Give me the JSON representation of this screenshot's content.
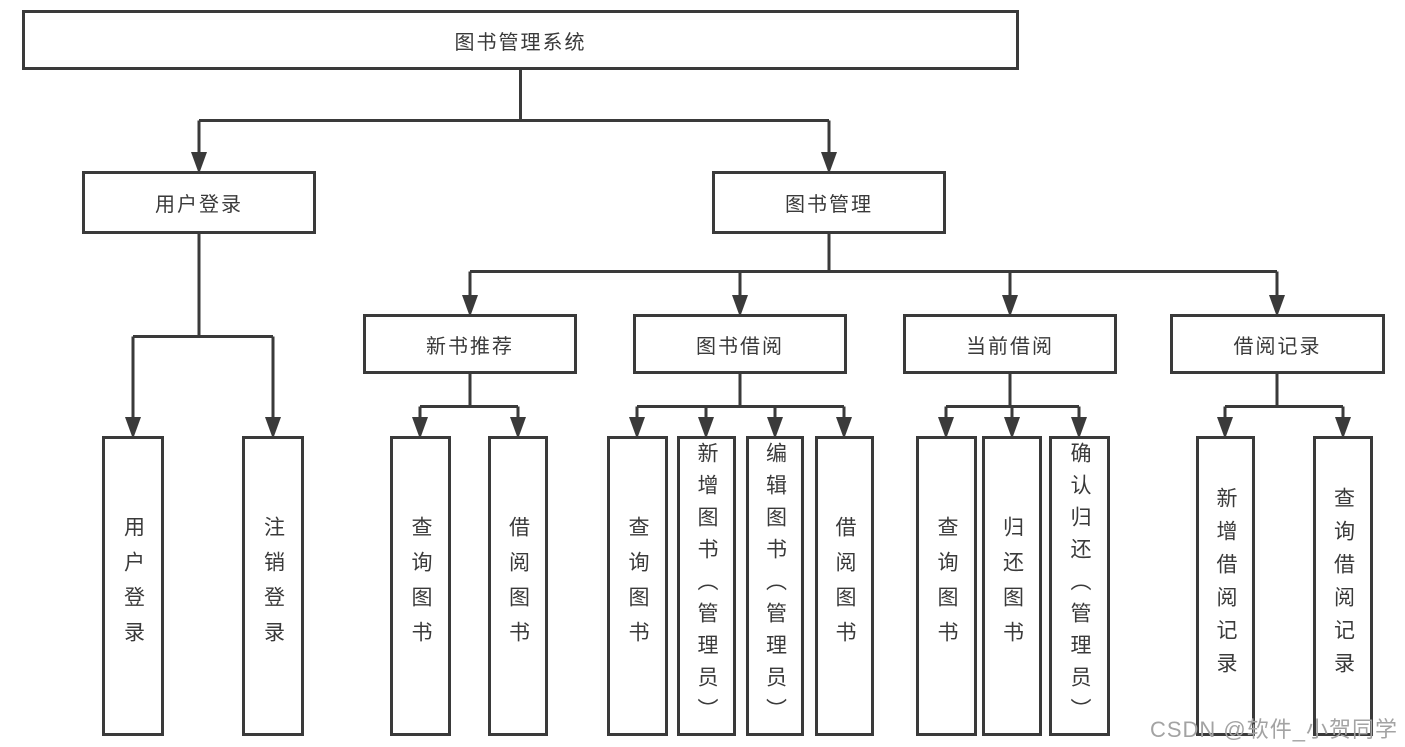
{
  "nodes": {
    "root": "图书管理系统",
    "user_login": "用户登录",
    "book_mgmt": "图书管理",
    "new_book_rec": "新书推荐",
    "book_borrow": "图书借阅",
    "current_borrow": "当前借阅",
    "borrow_record": "借阅记录",
    "leaf_user_login": "用户登录",
    "leaf_logout": "注销登录",
    "leaf_nbr_query": "查询图书",
    "leaf_nbr_borrow": "借阅图书",
    "leaf_bb_query": "查询图书",
    "leaf_bb_add": "新增图书（管理员）",
    "leaf_bb_edit": "编辑图书（管理员）",
    "leaf_bb_borrow": "借阅图书",
    "leaf_cb_query": "查询图书",
    "leaf_cb_return": "归还图书",
    "leaf_cb_confirm": "确认归还（管理员）",
    "leaf_br_add": "新增借阅记录",
    "leaf_br_query": "查询借阅记录"
  },
  "diagram": {
    "type": "tree",
    "root": "图书管理系统",
    "hierarchy": {
      "图书管理系统": {
        "用户登录": [
          "用户登录",
          "注销登录"
        ],
        "图书管理": {
          "新书推荐": [
            "查询图书",
            "借阅图书"
          ],
          "图书借阅": [
            "查询图书",
            "新增图书（管理员）",
            "编辑图书（管理员）",
            "借阅图书"
          ],
          "当前借阅": [
            "查询图书",
            "归还图书",
            "确认归还（管理员）"
          ],
          "借阅记录": [
            "新增借阅记录",
            "查询借阅记录"
          ]
        }
      }
    }
  },
  "colors": {
    "line": "#3a3a3a",
    "box_border": "#3a3a3a",
    "text": "#3a3a3a",
    "watermark": "#a3a3a3",
    "background": "#ffffff"
  },
  "watermark": "CSDN @软件_小贺同学"
}
